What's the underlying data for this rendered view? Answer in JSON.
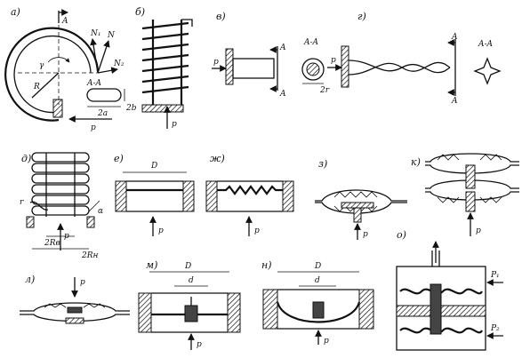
{
  "panels": [
    {
      "key": "a",
      "label": "а)"
    },
    {
      "key": "b",
      "label": "б)"
    },
    {
      "key": "v",
      "label": "в)"
    },
    {
      "key": "g",
      "label": "г)"
    },
    {
      "key": "d",
      "label": "д)"
    },
    {
      "key": "e",
      "label": "е)"
    },
    {
      "key": "zh",
      "label": "ж)"
    },
    {
      "key": "z",
      "label": "з)"
    },
    {
      "key": "k",
      "label": "к)"
    },
    {
      "key": "l",
      "label": "л)"
    },
    {
      "key": "m",
      "label": "м)"
    },
    {
      "key": "n",
      "label": "н)"
    },
    {
      "key": "o",
      "label": "о)"
    }
  ],
  "labels": {
    "A": "A",
    "AA": "A-A",
    "p": "p",
    "N1": "N₁",
    "N": "N",
    "N2": "N₂",
    "gamma": "γ",
    "R": "R",
    "twoa": "2a",
    "twob": "2b",
    "twor": "2r",
    "D": "D",
    "d": "d",
    "r": "r",
    "alpha": "α",
    "twoRv": "2Rв",
    "twoRn": "2Rн",
    "p1": "P₁",
    "p2": "P₂"
  },
  "colors": {
    "ink": "#111111",
    "paper": "#ffffff"
  }
}
